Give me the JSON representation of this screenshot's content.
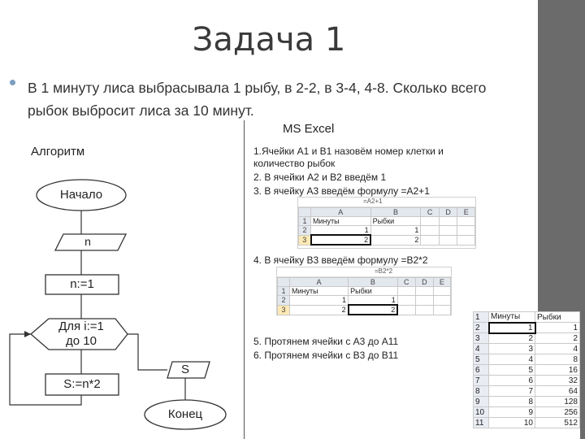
{
  "title": "Задача 1",
  "task": "В 1 минуту лиса выбрасывала 1 рыбу, в 2-2, в 3-4, 4-8. Сколько всего рыбок выбросит лиса за 10 минут.",
  "excel_heading": "MS Excel",
  "flowchart": {
    "heading": "Алгоритм",
    "start": "Начало",
    "input": "n",
    "init": "n:=1",
    "loop": "Для i:=1\nдо 10",
    "body": "S:=n*2",
    "output": "S",
    "end": "Конец"
  },
  "steps": {
    "s1": "1.Ячейки А1 и В1 назовём номер клетки и количество рыбок",
    "s2": "2. В ячейки А2 и В2 введём 1",
    "s3": "3. В ячейку А3 введём формулу =А2+1",
    "s4": "4. В ячейку В3 введём формулу =В2*2",
    "s5": "5. Протянем ячейки с А3 до А11",
    "s6": "6. Протянем ячейки с В3 до В11"
  },
  "mini_sheet1": {
    "formula": "=A2+1",
    "cols": [
      "A",
      "B",
      "C",
      "D",
      "E"
    ],
    "rows": [
      [
        "1",
        "Минуты",
        "Рыбки"
      ],
      [
        "2",
        "1",
        "1"
      ],
      [
        "3",
        "2",
        "2"
      ]
    ]
  },
  "mini_sheet2": {
    "formula": "=B2*2",
    "cols": [
      "A",
      "B",
      "C",
      "D",
      "E"
    ],
    "rows": [
      [
        "1",
        "Минуты",
        "Рыбки"
      ],
      [
        "2",
        "1",
        "1"
      ],
      [
        "3",
        "2",
        "2"
      ]
    ]
  },
  "big_sheet": {
    "headers": [
      "1",
      "Минуты",
      "Рыбки"
    ],
    "rows": [
      [
        "2",
        "1",
        "1"
      ],
      [
        "3",
        "2",
        "2"
      ],
      [
        "4",
        "3",
        "4"
      ],
      [
        "5",
        "4",
        "8"
      ],
      [
        "6",
        "5",
        "16"
      ],
      [
        "7",
        "6",
        "32"
      ],
      [
        "8",
        "7",
        "64"
      ],
      [
        "9",
        "8",
        "128"
      ],
      [
        "10",
        "9",
        "256"
      ],
      [
        "11",
        "10",
        "512"
      ]
    ]
  }
}
